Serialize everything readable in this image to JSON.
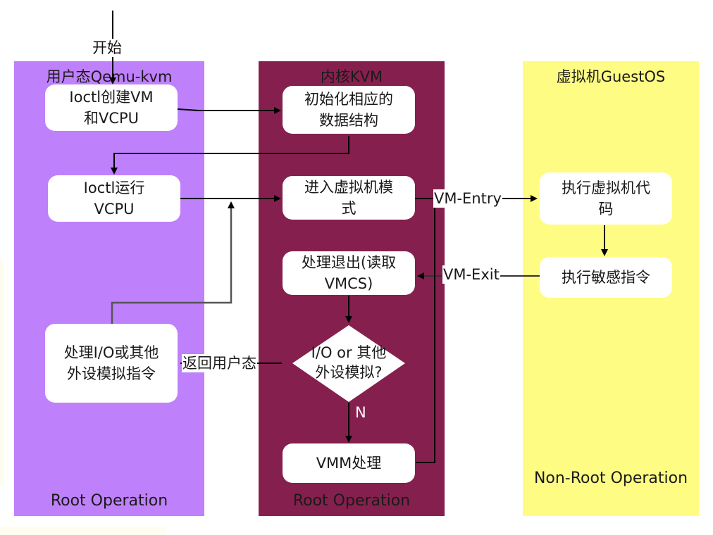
{
  "start_label": "开始",
  "lanes": {
    "user": {
      "title": "用户态Qemu-kvm",
      "footer": "Root Operation",
      "color": "#bf80fc",
      "boxes": {
        "create": "Ioctl创建VM\n和VCPU",
        "run": "Ioctl运行\nVCPU",
        "io": "处理I/O或其他\n外设模拟指令"
      }
    },
    "kvm": {
      "title": "内核KVM",
      "footer": "Root Operation",
      "color": "#85204e",
      "boxes": {
        "init": "初始化相应的\n数据结构",
        "enter": "进入虚拟机模\n式",
        "exit_handle": "处理退出(读取\nVMCS)",
        "decision": "I/O or 其他\n外设模拟?",
        "vmm": "VMM处理"
      },
      "decision_no_label": "N"
    },
    "guest": {
      "title": "虚拟机GuestOS",
      "footer": "Non-Root\nOperation",
      "color": "#fffc84",
      "boxes": {
        "exec": "执行虚拟机代\n码",
        "sensitive": "执行敏感指令"
      }
    }
  },
  "edge_labels": {
    "vm_entry": "VM-Entry",
    "vm_exit": "VM-Exit",
    "return_user": "返回用户态"
  }
}
